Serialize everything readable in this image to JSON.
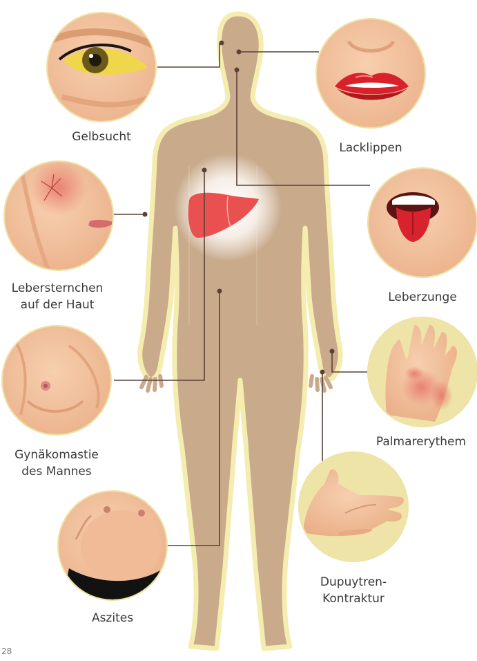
{
  "labels": {
    "gelbsucht": "Gelbsucht",
    "lacklippen": "Lacklippen",
    "lebersternchen_line1": "Lebersternchen",
    "lebersternchen_line2": "auf der Haut",
    "leberzunge": "Leberzunge",
    "gynaekomastie_line1": "Gynäkomastie",
    "gynaekomastie_line2": "des Mannes",
    "palmarerythem": "Palmarerythem",
    "aszites": "Aszites",
    "dupuytren_line1": "Dupuytren-",
    "dupuytren_line2": "Kontraktur"
  },
  "page_number": "28",
  "colors": {
    "body": "#c9ab8c",
    "glow": "#f5edb0",
    "liver": "#e8514f",
    "connector": "#5b4038",
    "circle_ring": "#eee3a6",
    "skin": "#f2c3a0"
  }
}
